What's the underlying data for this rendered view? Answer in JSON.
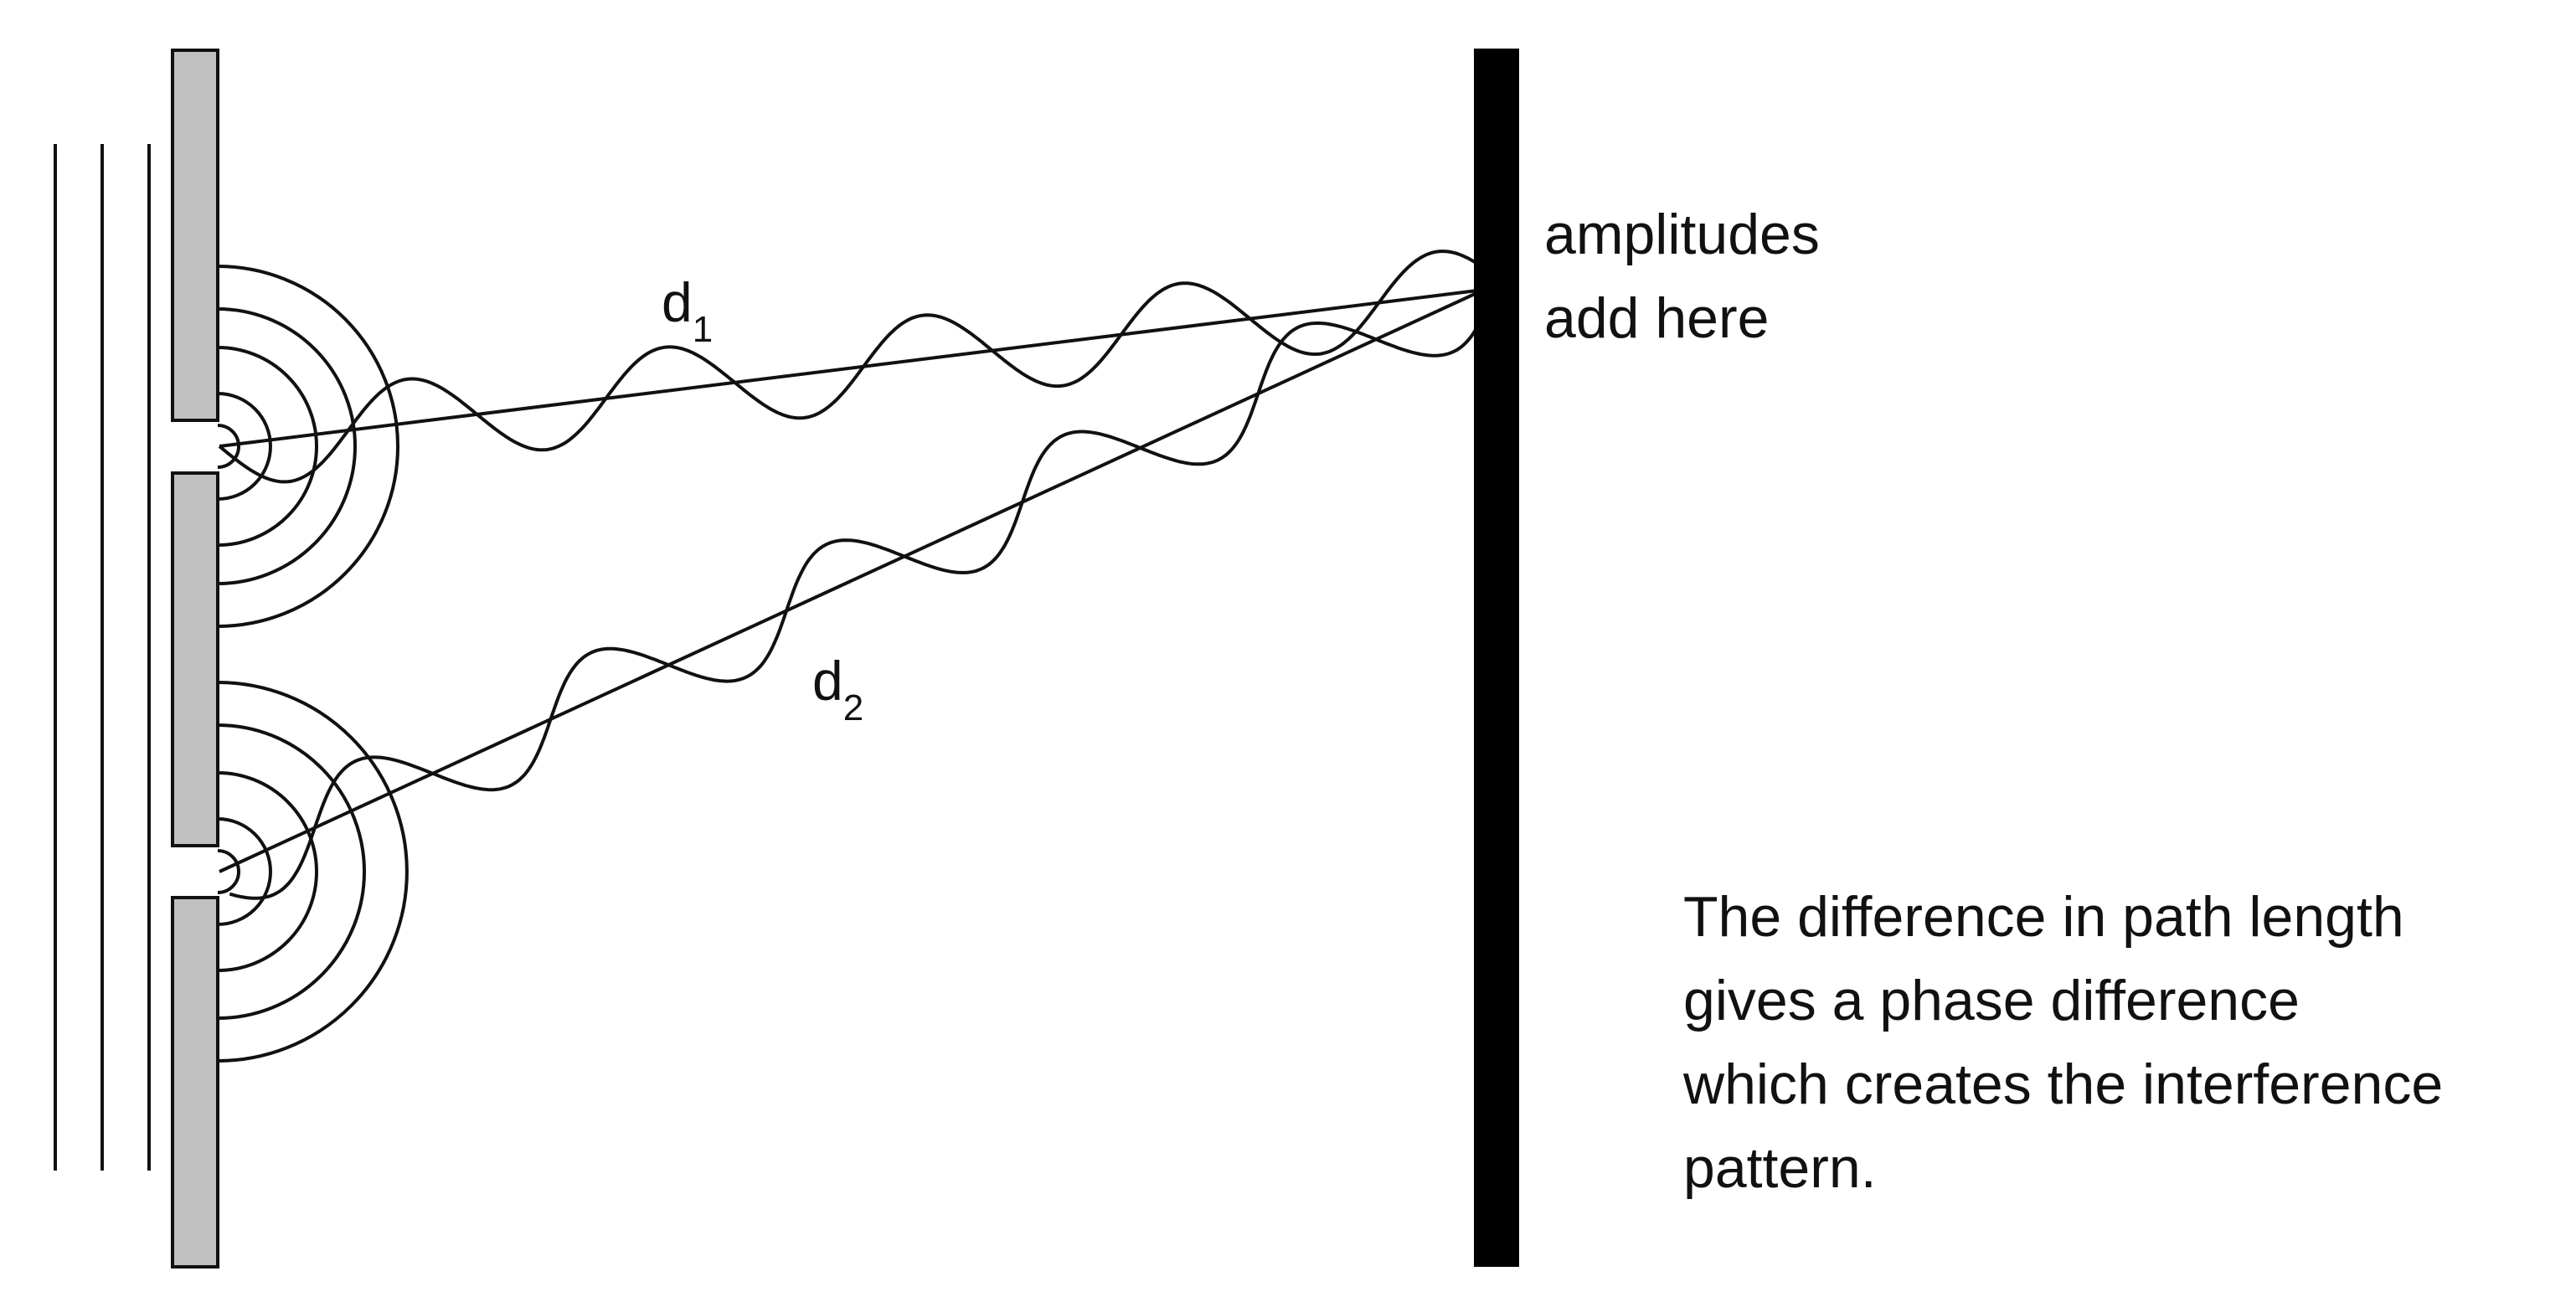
{
  "labels": {
    "d1": {
      "base": "d",
      "sub": "1"
    },
    "d2": {
      "base": "d",
      "sub": "2"
    },
    "screen_note": [
      "amplitudes",
      "add here"
    ],
    "explanation": [
      "The difference in path length",
      "gives a phase difference",
      "which creates the interference",
      "pattern."
    ]
  },
  "colors": {
    "line": "#111111",
    "barrier": "#c0c0c0",
    "screen": "#000000",
    "background": "#ffffff"
  }
}
